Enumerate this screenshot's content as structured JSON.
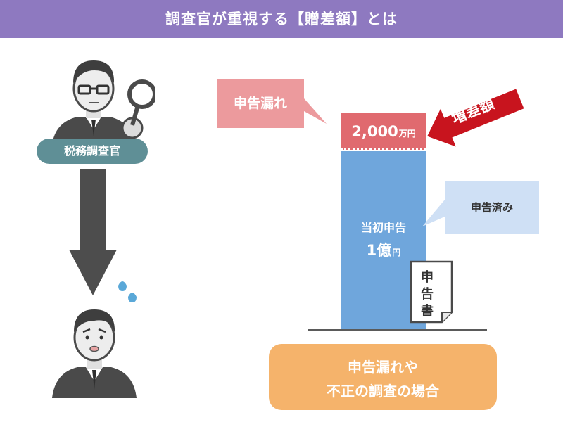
{
  "header": {
    "title": "調査官が重視する【贈差額】とは"
  },
  "officer": {
    "badge_label": "税務調査官"
  },
  "chart": {
    "callout_leak": "申告漏れ",
    "callout_done": "申告済み",
    "increase_label": "増差額",
    "top_segment": {
      "value": "2,000",
      "unit": "万円"
    },
    "main_segment": {
      "label": "当初申告",
      "value": "1億",
      "unit": "円"
    },
    "document_label": [
      "申",
      "告",
      "書"
    ]
  },
  "note": {
    "line1": "申告漏れや",
    "line2": "不正の調査の場合"
  },
  "colors": {
    "header": "#8e79c0",
    "badge": "#5f8f96",
    "leak": "#e06a6f",
    "leak_callout": "#ec9a9d",
    "declared": "#6fa6dc",
    "declared_callout": "#cfe0f5",
    "increase_arrow": "#c8141e",
    "note": "#f5b36b",
    "dark_arrow": "#4d4d4d"
  },
  "chart_data": {
    "type": "bar",
    "categories": [
      ""
    ],
    "series": [
      {
        "name": "当初申告",
        "values": [
          10000
        ]
      },
      {
        "name": "申告漏れ",
        "values": [
          2000
        ]
      }
    ],
    "stacked": true
  }
}
